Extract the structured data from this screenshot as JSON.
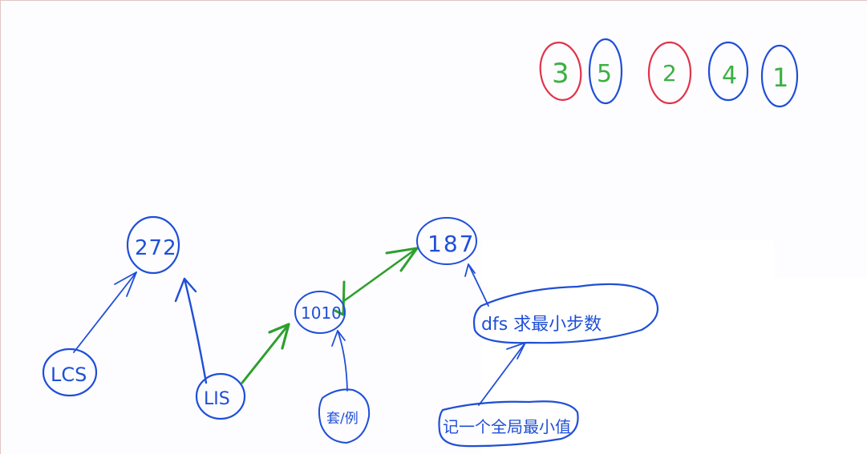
{
  "canvas": {
    "background": "#fdfcff",
    "ink_colors": {
      "blue": "#1f4fd6",
      "green": "#2ca02c",
      "red": "#e0344a",
      "digit_green": "#3cb043"
    }
  },
  "sequence": {
    "items": [
      {
        "value": "3",
        "ring": "red"
      },
      {
        "value": "5",
        "ring": "blue"
      },
      {
        "value": "2",
        "ring": "red"
      },
      {
        "value": "4",
        "ring": "blue"
      },
      {
        "value": "1",
        "ring": "blue"
      }
    ]
  },
  "nodes": {
    "n272": {
      "label": "272"
    },
    "lcs": {
      "label": "LCS"
    },
    "lis": {
      "label": "LIS"
    },
    "n1010": {
      "label": "1010"
    },
    "n187": {
      "label": "187"
    },
    "example": {
      "label": "套/例"
    },
    "dfs": {
      "label": "dfs 求最小步数"
    },
    "record": {
      "label": "记一个全局最小值"
    }
  },
  "edges": [
    {
      "from": "LCS",
      "to": "272",
      "color": "blue"
    },
    {
      "from": "LIS",
      "to": "272",
      "color": "blue"
    },
    {
      "from": "LIS",
      "to": "1010",
      "color": "green"
    },
    {
      "from": "1010",
      "to": "187",
      "color": "green",
      "bidirectional": true
    },
    {
      "from": "套/例",
      "to": "1010",
      "color": "blue"
    },
    {
      "from": "dfs 求最小步数",
      "to": "187",
      "color": "blue"
    },
    {
      "from": "记一个全局最小值",
      "to": "dfs 求最小步数",
      "color": "blue"
    }
  ]
}
